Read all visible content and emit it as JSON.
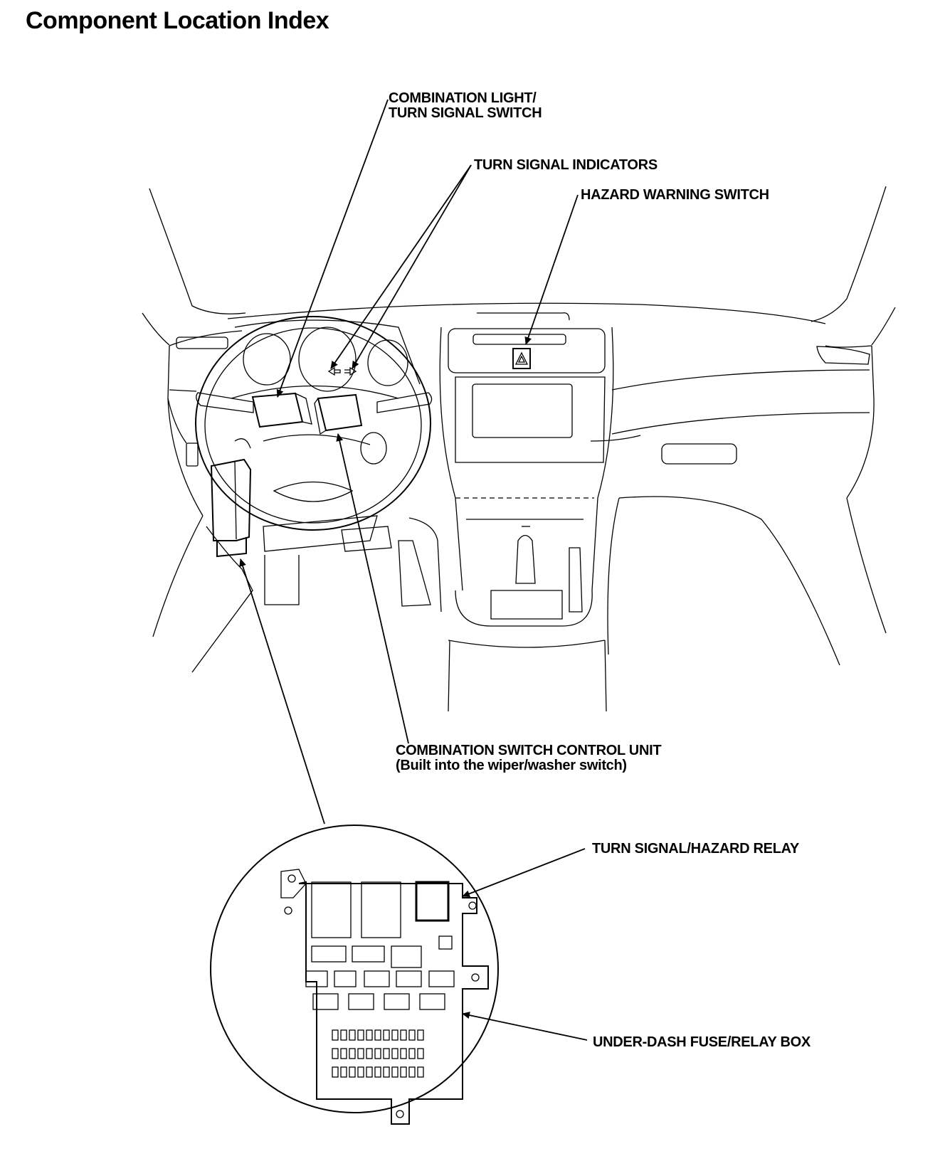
{
  "page": {
    "title": "Component Location Index"
  },
  "callouts": {
    "combination_light_switch": [
      "COMBINATION LIGHT/",
      "TURN SIGNAL SWITCH"
    ],
    "turn_signal_indicators": "TURN SIGNAL INDICATORS",
    "hazard_warning_switch": "HAZARD WARNING SWITCH",
    "combination_switch_control_unit": [
      "COMBINATION SWITCH CONTROL UNIT",
      "(Built into the wiper/washer switch)"
    ],
    "turn_signal_hazard_relay": "TURN SIGNAL/HAZARD RELAY",
    "under_dash_fuse_relay_box": "UNDER-DASH FUSE/RELAY BOX"
  },
  "icons": {
    "hazard_switch_symbol": "warning-triangle-icon",
    "turn_arrows": [
      "left-arrow-icon",
      "right-arrow-icon"
    ]
  }
}
